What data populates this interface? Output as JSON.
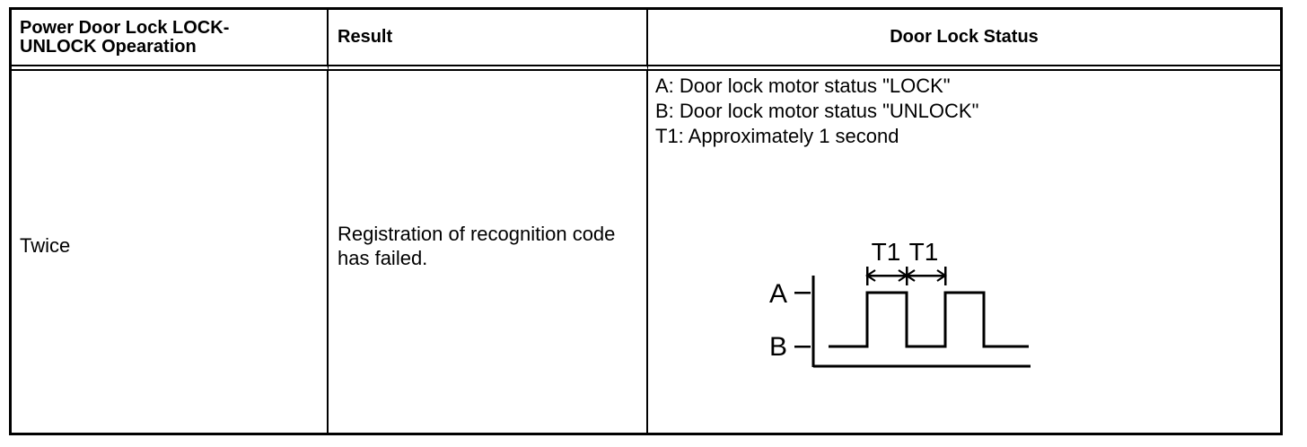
{
  "table": {
    "header": {
      "operation_label": "Power Door Lock LOCK-\nUNLOCK Opearation",
      "result_label": "Result",
      "status_label": "Door Lock Status"
    },
    "body": {
      "operation_value": "Twice",
      "result_value": "Registration of recognition code\nhas failed.",
      "status_legend": [
        "A: Door lock motor status \"LOCK\"",
        "B: Door lock motor status \"UNLOCK\"",
        "T1: Approximately 1 second"
      ]
    }
  },
  "waveform": {
    "axis_label_high": "A",
    "axis_label_low": "B",
    "interval_label_1": "T1",
    "interval_label_2": "T1",
    "line_color": "#000000",
    "description": "Square wave starting at B, pulsing to A twice; T1 marks the width of the first pulse and of the gap between pulses"
  }
}
